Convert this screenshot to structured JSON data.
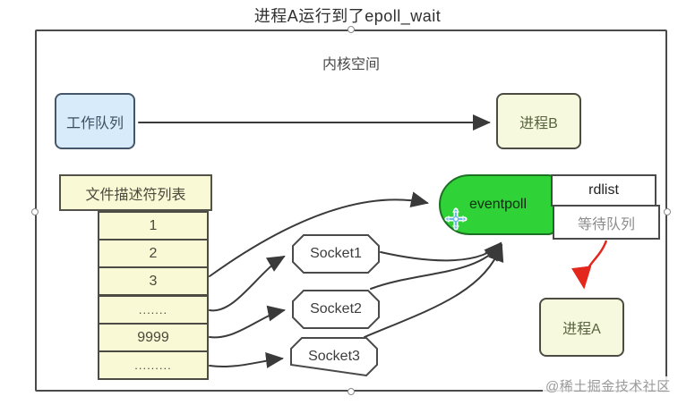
{
  "title": "进程A运行到了epoll_wait",
  "canvas": {
    "kernel_space_label": "内核空间",
    "watermark": "@稀土掘金技术社区"
  },
  "nodes": {
    "work_queue": {
      "label": "工作队列"
    },
    "process_b": {
      "label": "进程B"
    },
    "fd_table": {
      "header": "文件描述符列表",
      "rows": [
        "1",
        "2",
        "3",
        ".......",
        "9999",
        "........."
      ]
    },
    "sockets": [
      {
        "label": "Socket1"
      },
      {
        "label": "Socket2"
      },
      {
        "label": "Socket3"
      }
    ],
    "eventpoll": {
      "label": "eventpoll"
    },
    "rdlist": {
      "label": "rdlist"
    },
    "wait_queue": {
      "label": "等待队列"
    },
    "process_a": {
      "label": "进程A"
    }
  },
  "colors": {
    "node_blue_fill": "#d7ebfa",
    "node_yellow_fill": "#f6f9dd",
    "eventpoll_green": "#2fd338",
    "arrow": "#3a3a3a",
    "red_arrow": "#e3271c",
    "border_dark": "#4a4a4a"
  }
}
